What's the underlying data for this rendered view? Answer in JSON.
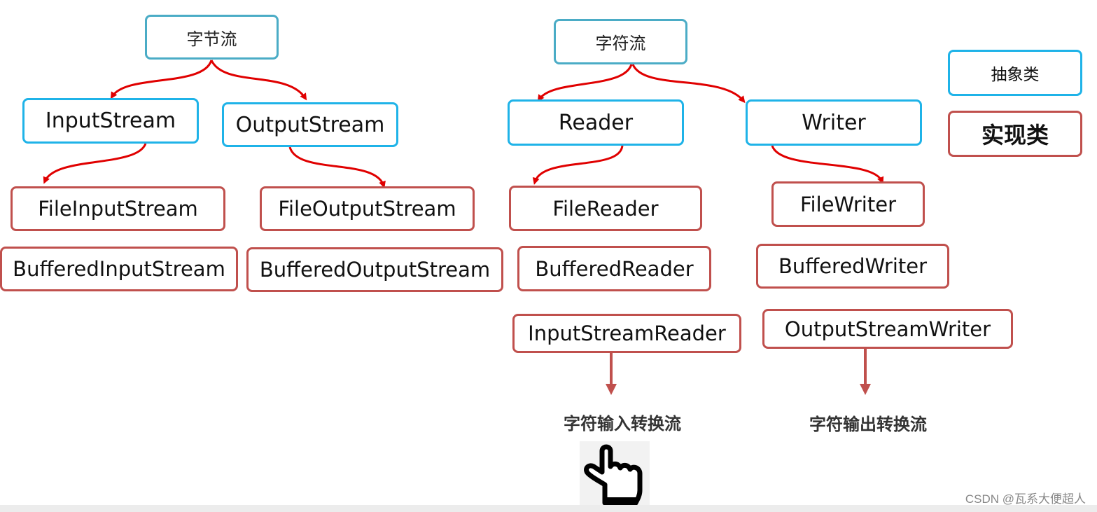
{
  "byte_stream": {
    "root": "字节流",
    "input": "InputStream",
    "output": "OutputStream",
    "file_input": "FileInputStream",
    "buffered_input": "BufferedInputStream",
    "file_output": "FileOutputStream",
    "buffered_output": "BufferedOutputStream"
  },
  "char_stream": {
    "root": "字符流",
    "reader": "Reader",
    "writer": "Writer",
    "file_reader": "FileReader",
    "buffered_reader": "BufferedReader",
    "input_stream_reader": "InputStreamReader",
    "file_writer": "FileWriter",
    "buffered_writer": "BufferedWriter",
    "output_stream_writer": "OutputStreamWriter",
    "reader_caption": "字符输入转换流",
    "writer_caption": "字符输出转换流"
  },
  "legend": {
    "abstract_label": "抽象类",
    "concrete_label": "实现类"
  },
  "watermark": "CSDN @瓦系大便超人",
  "icons": {
    "pointer": "hand-pointer-icon"
  },
  "colors": {
    "abstract_border": "#1fb3e8",
    "concrete_border": "#c0504d",
    "curve_arrow": "#e00000",
    "down_arrow": "#c0504d"
  }
}
